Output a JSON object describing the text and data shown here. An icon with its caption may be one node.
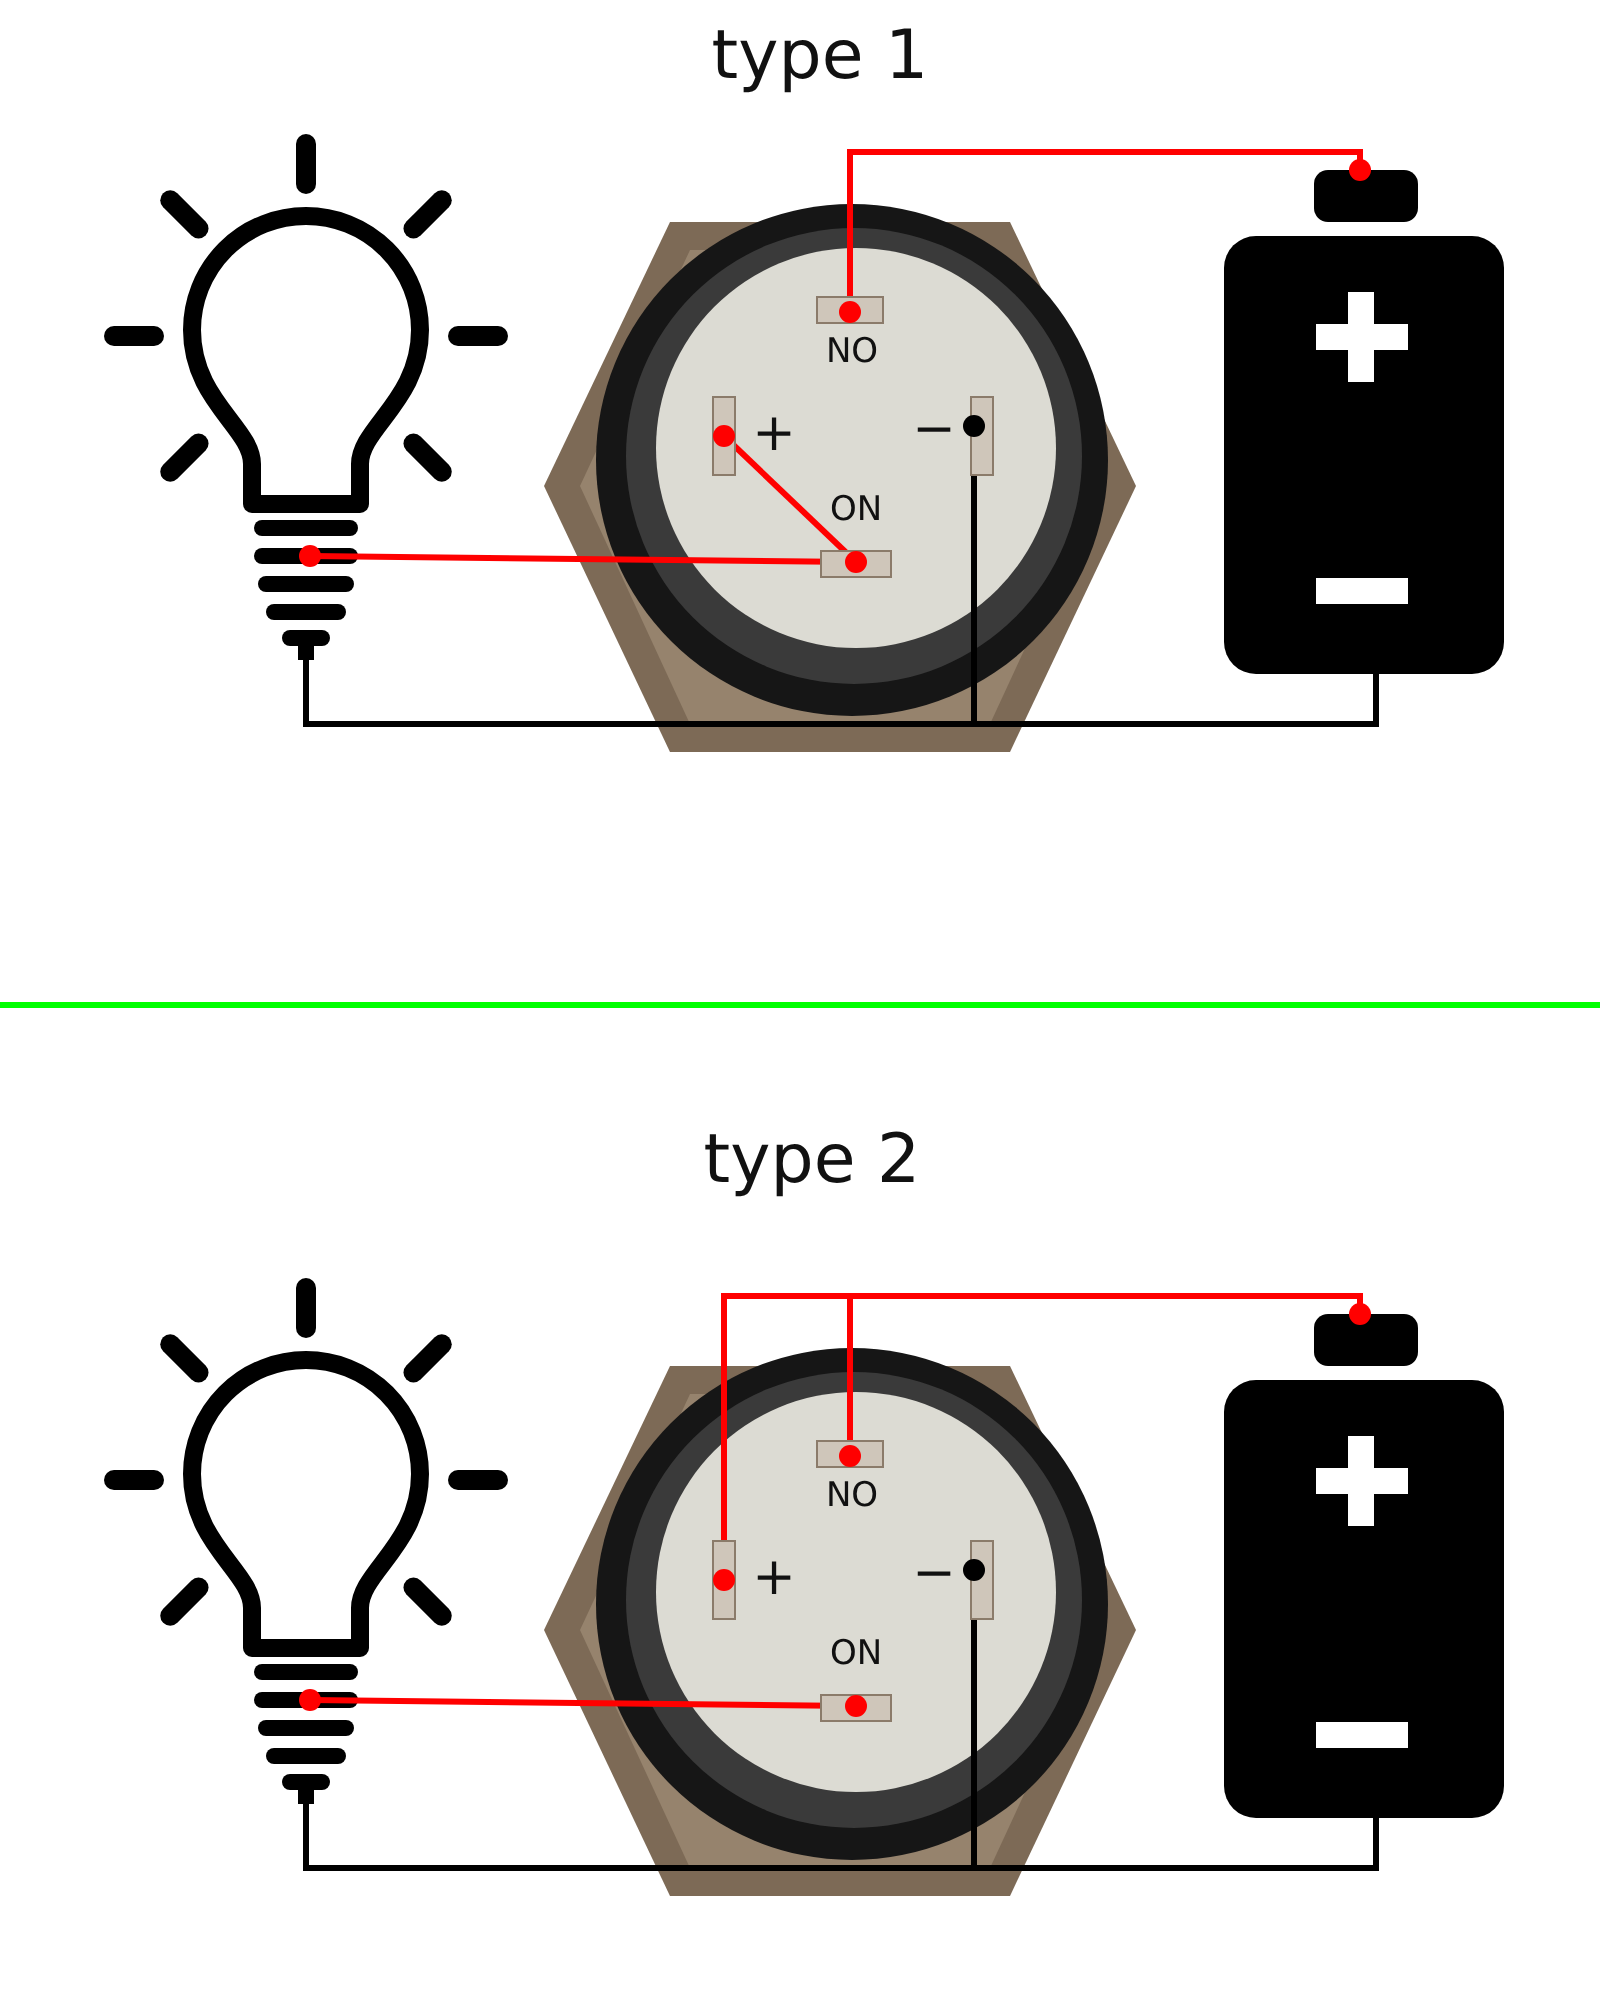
{
  "diagram": {
    "nodes": [
      {
        "text": [],
        "shape": "picture"
      },
      {
        "text": [],
        "shape": "picture"
      },
      {
        "text": [
          "NO"
        ],
        "in": 1
      },
      {
        "text": [
          "+"
        ],
        "in": 1
      },
      {
        "text": [
          "−"
        ],
        "in": 1
      },
      {
        "text": [
          "ON"
        ],
        "in": 1
      },
      {
        "text": [],
        "shape": "picture"
      },
      {
        "text": [],
        "shape": "picture"
      },
      {
        "text": [],
        "shape": "picture"
      },
      {
        "text": [
          "NO"
        ],
        "in": 8
      },
      {
        "text": [
          "+"
        ],
        "in": 8
      },
      {
        "text": [
          "−"
        ],
        "in": 8
      },
      {
        "text": [
          "ON"
        ],
        "in": 8
      },
      {
        "text": [],
        "shape": "picture"
      }
    ],
    "edges": [
      {
        "from": 2,
        "to": 6,
        "arrow": "other"
      },
      {
        "from": 3,
        "to": 5,
        "arrow": "other"
      },
      {
        "from": 5,
        "to": 0,
        "arrow": "other"
      },
      {
        "from": 0,
        "to": 6,
        "arrow": "none",
        "color": "#000000"
      },
      {
        "from": 4,
        "to": 6,
        "arrow": "other",
        "color": "#000000"
      },
      {
        "from": 9,
        "to": 13,
        "arrow": "other"
      },
      {
        "from": 10,
        "to": 13,
        "arrow": "other"
      },
      {
        "from": 12,
        "to": 7,
        "arrow": "other"
      },
      {
        "from": 7,
        "to": 13,
        "arrow": "none",
        "color": "#000000"
      },
      {
        "from": 11,
        "to": 13,
        "arrow": "other",
        "color": "#000000"
      }
    ],
    "labels": [
      "type 1",
      "type 2"
    ]
  }
}
